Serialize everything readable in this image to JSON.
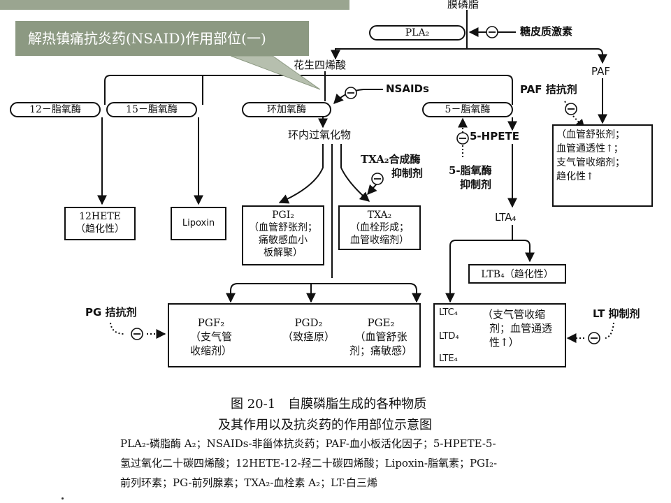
{
  "callout": {
    "text": "解热镇痛抗炎药(NSAID)作用部位(一)"
  },
  "nodes": {
    "phospholipid": "膜磷脂",
    "pla2": "PLA₂",
    "glucocorticoid": "糖皮质激素",
    "arachidonic": "花生四烯酸",
    "paf": "PAF",
    "paf_antagonist": "PAF 拮抗剂",
    "nsaid": "NSAIDs",
    "lox12": "12－脂氧酶",
    "lox15": "15－脂氧酶",
    "cox": "环加氧酶",
    "lox5": "5－脂氧酶",
    "hpete": "5-HPETE",
    "lox5_inhibitor": [
      "5-脂氧酶",
      "抑制剂"
    ],
    "endoperoxide": "环内过氧化物",
    "txa2_inhibitor": [
      "TXA₂合成酶",
      "抑制剂"
    ],
    "hete12": [
      "12HETE",
      "（趋化性）"
    ],
    "lipoxin": "Lipoxin",
    "pgi2": [
      "PGI₂",
      "（血管舒张剂；",
      "痛敏感血小",
      "板解聚）"
    ],
    "txa2": [
      "TXA₂",
      "（血栓形成；",
      "血管收缩剂）"
    ],
    "paf_effects": [
      "（血管舒张剂；",
      "血管通透性↑；",
      "支气管收缩剂；",
      "趋化性↑"
    ],
    "lta4": "LTA₄",
    "ltb4": "LTB₄（趋化性）",
    "pg_antagonist": "PG 拮抗剂",
    "pgf2": [
      "PGF₂",
      "（支气管",
      "收缩剂）"
    ],
    "pgd2": [
      "PGD₂",
      "（致痉原）"
    ],
    "pge2": [
      "PGE₂",
      "（血管舒张",
      "剂；痛敏感）"
    ],
    "ltc4": "LTC₄",
    "ltd4": "LTD₄",
    "lte4": "LTE₄",
    "lt_effects": [
      "（支气管收缩",
      "剂；血管通透",
      "性↑）"
    ],
    "lt_inhibitor": "LT 抑制剂",
    "minus": "－"
  },
  "caption": {
    "title1": "图 20-1　自膜磷脂生成的各种物质",
    "title2": "及其作用以及抗炎药的作用部位示意图",
    "note1": "PLA₂-磷脂酶 A₂；NSAIDs-非甾体抗炎药；PAF-血小板活化因子；5-HPETE-5-",
    "note2": "氢过氧化二十碳四烯酸；12HETE-12-羟二十碳四烯酸；Lipoxin-脂氧素；PGI₂-",
    "note3": "前列环素；PG-前列腺素；TXA₂-血栓素 A₂；LT-白三烯"
  }
}
